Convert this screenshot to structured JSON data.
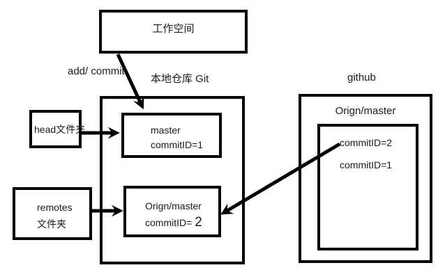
{
  "diagram": {
    "background": "#ffffff",
    "line_color": "#000000",
    "workspace": {
      "label": "工作空间"
    },
    "labels": {
      "add_commit": "add/ commit",
      "local_repo": "本地仓库 Git",
      "github": "github"
    },
    "head_folder": {
      "label": "head文件夹"
    },
    "remotes_folder": {
      "line1": "remotes",
      "line2": "文件夹"
    },
    "master": {
      "title": "master",
      "commit": "commitID=1"
    },
    "local_origin": {
      "title": "Orign/master",
      "commit_prefix": "commitID= ",
      "commit_value": "2"
    },
    "github_repo": {
      "title": "Orign/master",
      "commits": [
        "commitID=2",
        "commitID=1"
      ]
    }
  }
}
